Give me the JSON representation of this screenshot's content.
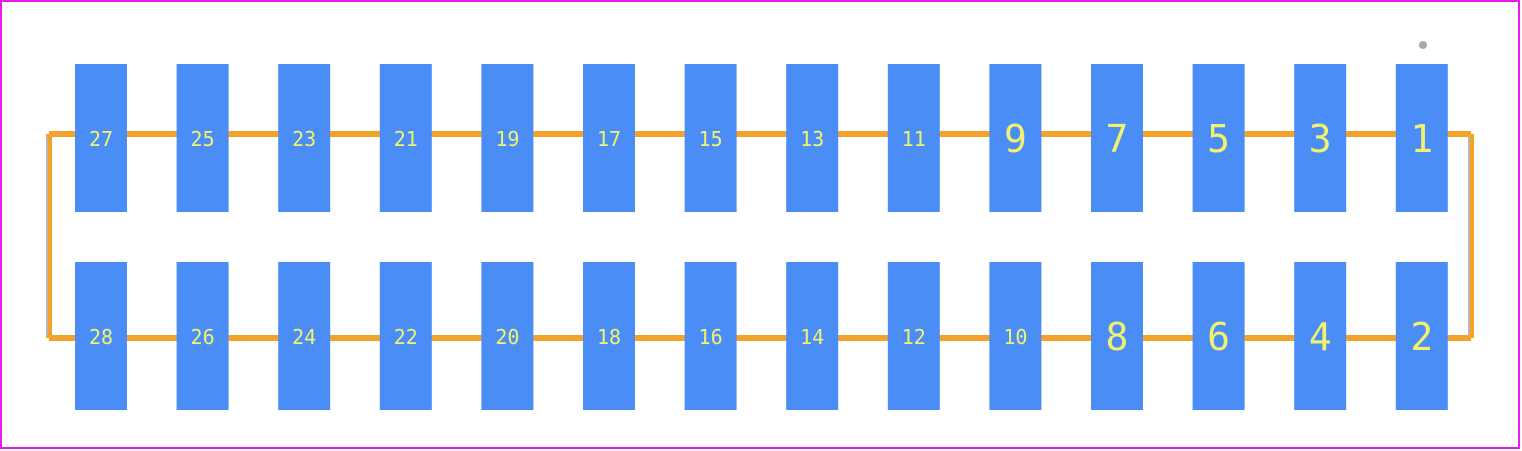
{
  "colors": {
    "background": "#ffffff",
    "board_outline": "#e81ce8",
    "pad": "#4a8df7",
    "silkscreen": "#f3a32a",
    "silkscreen_edge": "#b7b7b7",
    "label": "#f2f26e",
    "pin1_marker": "#a8a8a8"
  },
  "top_row": [
    {
      "pin": "27"
    },
    {
      "pin": "25"
    },
    {
      "pin": "23"
    },
    {
      "pin": "21"
    },
    {
      "pin": "19"
    },
    {
      "pin": "17"
    },
    {
      "pin": "15"
    },
    {
      "pin": "13"
    },
    {
      "pin": "11"
    },
    {
      "pin": "9"
    },
    {
      "pin": "7"
    },
    {
      "pin": "5"
    },
    {
      "pin": "3"
    },
    {
      "pin": "1"
    }
  ],
  "bottom_row": [
    {
      "pin": "28"
    },
    {
      "pin": "26"
    },
    {
      "pin": "24"
    },
    {
      "pin": "22"
    },
    {
      "pin": "20"
    },
    {
      "pin": "18"
    },
    {
      "pin": "16"
    },
    {
      "pin": "14"
    },
    {
      "pin": "12"
    },
    {
      "pin": "10"
    },
    {
      "pin": "8"
    },
    {
      "pin": "6"
    },
    {
      "pin": "4"
    },
    {
      "pin": "2"
    }
  ]
}
